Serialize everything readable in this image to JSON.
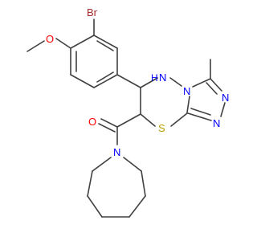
{
  "molecule": {
    "atoms": {
      "br": {
        "symbol": "Br",
        "color": "#a52a2a"
      },
      "o_methoxy": {
        "symbol": "O",
        "color": "#ff0000"
      },
      "o_carbonyl": {
        "symbol": "O",
        "color": "#ff0000"
      },
      "nh": {
        "symbol": "N",
        "color": "#0000ff"
      },
      "h_nh": {
        "symbol": "H",
        "color": "#0000ff"
      },
      "n_ring_fused": {
        "symbol": "N",
        "color": "#0000ff"
      },
      "n_triazole_1": {
        "symbol": "N",
        "color": "#0000ff"
      },
      "n_triazole_2": {
        "symbol": "N",
        "color": "#0000ff"
      },
      "s": {
        "symbol": "S",
        "color": "#b8a000"
      },
      "n_azepane": {
        "symbol": "N",
        "color": "#0000ff"
      }
    },
    "bond_color": "#404040"
  }
}
